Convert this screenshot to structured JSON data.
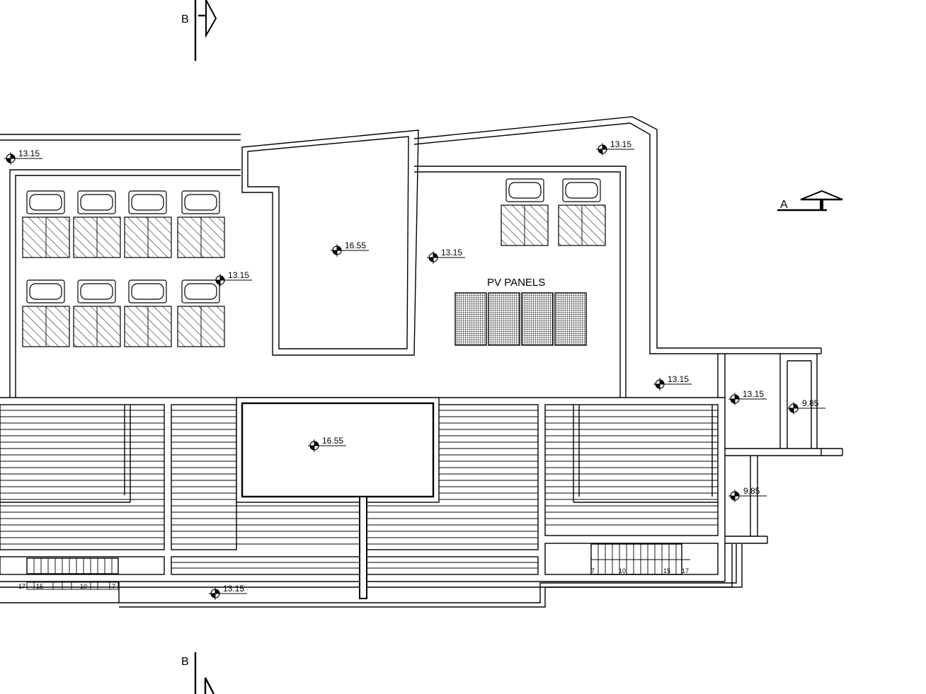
{
  "drawing": {
    "section_b_label_top": "B",
    "section_b_label_bottom": "B",
    "section_a_label": "A",
    "pv_panels_label": "PV PANELS"
  },
  "elevations": [
    {
      "id": "ev-top-left",
      "value": "13.15"
    },
    {
      "id": "ev-top-right",
      "value": "13.15"
    },
    {
      "id": "ev-core-top",
      "value": "16.55"
    },
    {
      "id": "ev-mid-right",
      "value": "13.15"
    },
    {
      "id": "ev-left-units",
      "value": "13.15"
    },
    {
      "id": "ev-right-step",
      "value": "13.15"
    },
    {
      "id": "ev-annex",
      "value": "13.15"
    },
    {
      "id": "ev-annex-lower",
      "value": "9.85"
    },
    {
      "id": "ev-core-bottom",
      "value": "16.55"
    },
    {
      "id": "ev-annex-low2",
      "value": "9.85"
    },
    {
      "id": "ev-bottom",
      "value": "13.15"
    }
  ],
  "stairs": {
    "left": {
      "n1": "17",
      "n2": "15",
      "n3": "10",
      "n4": "7"
    },
    "right": {
      "n1": "7",
      "n2": "10",
      "n3": "15",
      "n4": "17"
    }
  }
}
